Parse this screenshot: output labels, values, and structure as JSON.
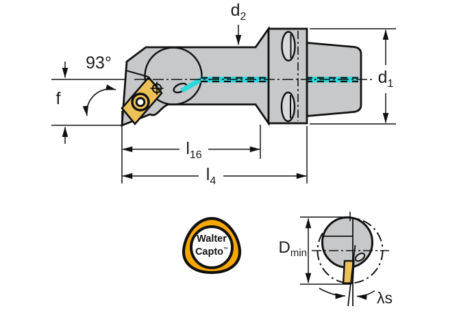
{
  "colors": {
    "tool_gray": "#c7c8ca",
    "slot_gray": "#d9dadc",
    "insert_gold": "#ecc258",
    "logo_yellow": "#f6a800",
    "coolant_cyan": "#2bd8dc",
    "line_black": "#111111"
  },
  "main_view": {
    "dim_d2": {
      "base": "d",
      "sub": "2"
    },
    "dim_d1": {
      "base": "d",
      "sub": "1"
    },
    "angle_label": "93°",
    "dim_f": "f",
    "dim_l16": {
      "base": "l",
      "sub": "16"
    },
    "dim_l4": {
      "base": "l",
      "sub": "4"
    }
  },
  "section_view": {
    "dim_dmin": {
      "base": "D",
      "sub": "min"
    },
    "inclination_label": "λs"
  },
  "logo": {
    "line1": "Walter",
    "line2": "Capto",
    "trademark": "™"
  }
}
